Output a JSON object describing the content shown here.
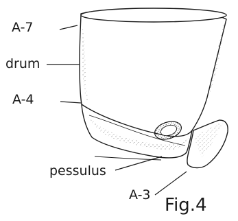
{
  "labels": {
    "a7": "A-7",
    "drum": "drum",
    "a4": "A-4",
    "pessulus": "pessulus",
    "a3": "A-3",
    "figure": "Fig.4"
  }
}
